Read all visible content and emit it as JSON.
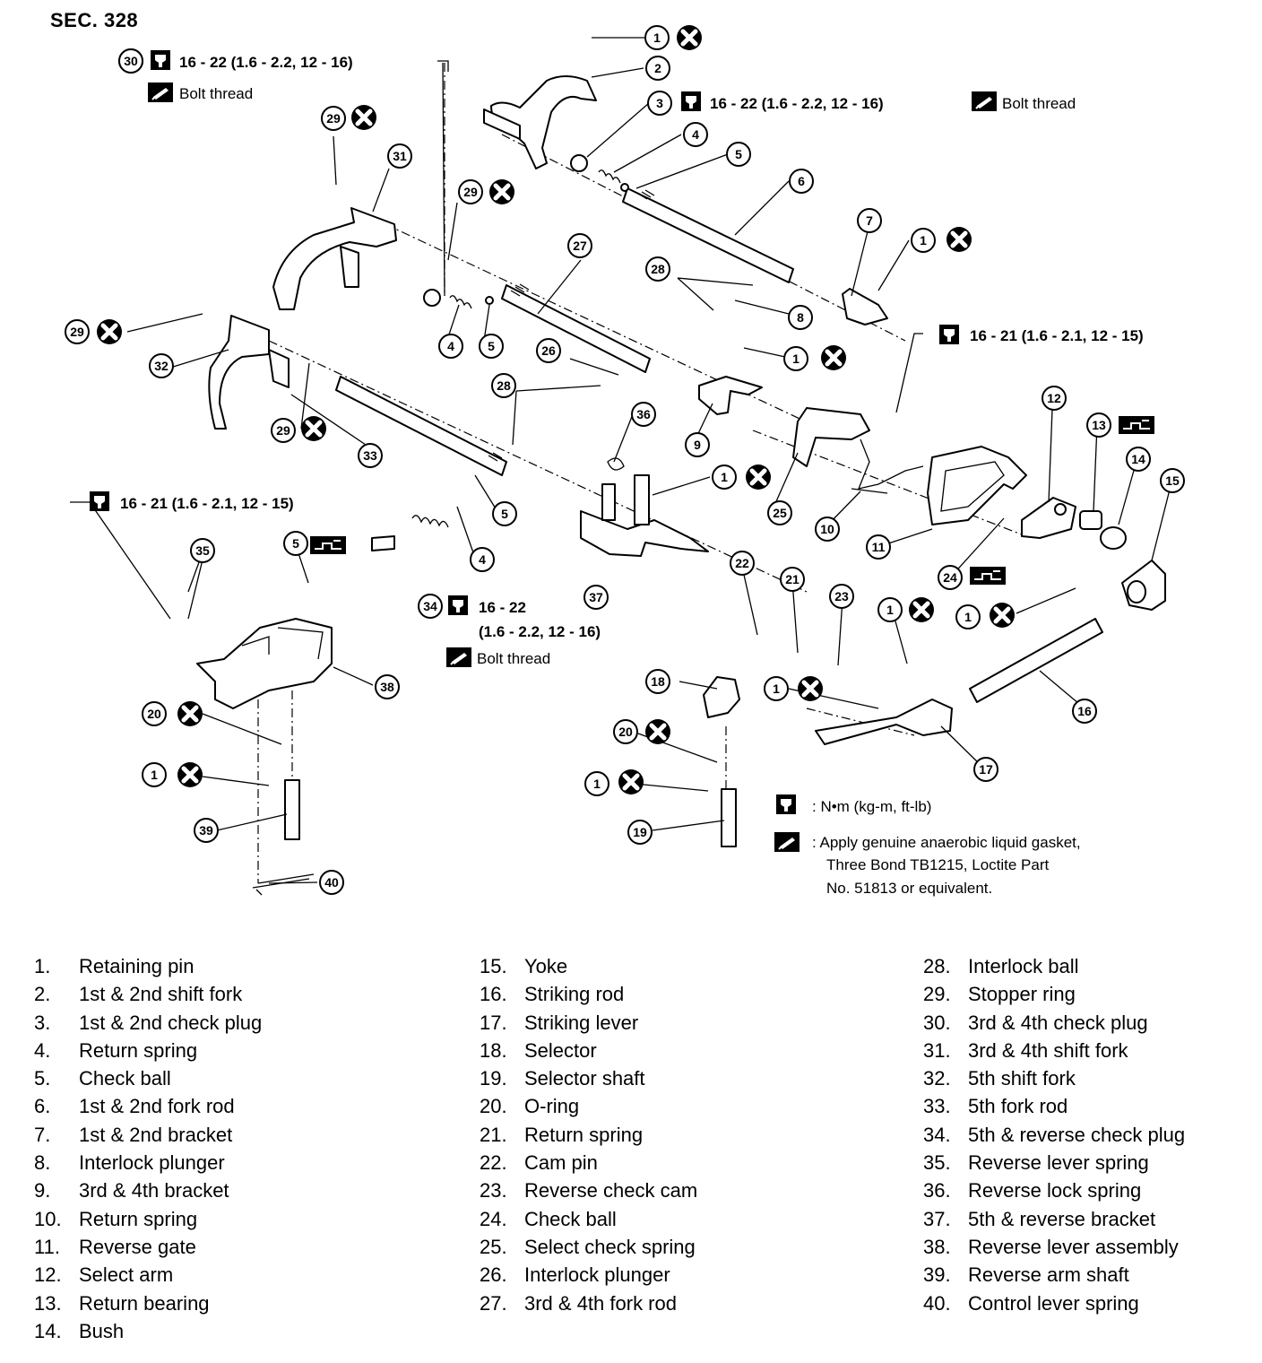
{
  "section_label": "SEC. 328",
  "torque_notes": {
    "n30": "16 - 22 (1.6 - 2.2, 12 - 16)",
    "n3": "16 - 22 (1.6 - 2.2, 12 - 16)",
    "n_selectarm": "16 - 21 (1.6 - 2.1, 12 - 15)",
    "n_leftbracket": "16 - 21 (1.6 - 2.1, 12 - 15)",
    "n34_line1": "16 - 22",
    "n34_line2": "(1.6 - 2.2, 12 - 16)"
  },
  "bolt_thread_label": "Bolt thread",
  "key": {
    "torque_symbol_desc": ": N•m (kg-m, ft-lb)",
    "gasket_line1": ": Apply genuine anaerobic liquid gasket,",
    "gasket_line2": "Three Bond TB1215, Loctite Part",
    "gasket_line3": "No. 51813 or equivalent."
  },
  "icons": [
    "torque-wrench-icon",
    "liquid-gasket-icon",
    "do-not-reuse-icon",
    "grease-icon"
  ],
  "legend_columns": [
    [
      {
        "num": "1.",
        "label": "Retaining pin"
      },
      {
        "num": "2.",
        "label": "1st & 2nd shift fork"
      },
      {
        "num": "3.",
        "label": "1st & 2nd check plug"
      },
      {
        "num": "4.",
        "label": "Return spring"
      },
      {
        "num": "5.",
        "label": "Check ball"
      },
      {
        "num": "6.",
        "label": "1st & 2nd fork rod"
      },
      {
        "num": "7.",
        "label": "1st & 2nd bracket"
      },
      {
        "num": "8.",
        "label": "Interlock plunger"
      },
      {
        "num": "9.",
        "label": "3rd & 4th bracket"
      },
      {
        "num": "10.",
        "label": "Return spring"
      },
      {
        "num": "11.",
        "label": "Reverse gate"
      },
      {
        "num": "12.",
        "label": "Select arm"
      },
      {
        "num": "13.",
        "label": "Return bearing"
      },
      {
        "num": "14.",
        "label": "Bush"
      }
    ],
    [
      {
        "num": "15.",
        "label": "Yoke"
      },
      {
        "num": "16.",
        "label": "Striking rod"
      },
      {
        "num": "17.",
        "label": "Striking lever"
      },
      {
        "num": "18.",
        "label": "Selector"
      },
      {
        "num": "19.",
        "label": "Selector shaft"
      },
      {
        "num": "20.",
        "label": "O-ring"
      },
      {
        "num": "21.",
        "label": "Return spring"
      },
      {
        "num": "22.",
        "label": "Cam pin"
      },
      {
        "num": "23.",
        "label": "Reverse check cam"
      },
      {
        "num": "24.",
        "label": "Check ball"
      },
      {
        "num": "25.",
        "label": "Select check spring"
      },
      {
        "num": "26.",
        "label": "Interlock plunger"
      },
      {
        "num": "27.",
        "label": "3rd & 4th fork rod"
      }
    ],
    [
      {
        "num": "28.",
        "label": "Interlock ball"
      },
      {
        "num": "29.",
        "label": "Stopper ring"
      },
      {
        "num": "30.",
        "label": "3rd & 4th check plug"
      },
      {
        "num": "31.",
        "label": "3rd & 4th shift fork"
      },
      {
        "num": "32.",
        "label": "5th shift fork"
      },
      {
        "num": "33.",
        "label": "5th fork rod"
      },
      {
        "num": "34.",
        "label": "5th & reverse check plug"
      },
      {
        "num": "35.",
        "label": "Reverse lever spring"
      },
      {
        "num": "36.",
        "label": "Reverse lock spring"
      },
      {
        "num": "37.",
        "label": "5th & reverse bracket"
      },
      {
        "num": "38.",
        "label": "Reverse lever assembly"
      },
      {
        "num": "39.",
        "label": "Reverse arm shaft"
      },
      {
        "num": "40.",
        "label": "Control lever spring"
      }
    ]
  ],
  "callout_numbers": [
    "1",
    "2",
    "3",
    "4",
    "5",
    "6",
    "7",
    "8",
    "9",
    "10",
    "11",
    "12",
    "13",
    "14",
    "15",
    "16",
    "17",
    "18",
    "19",
    "20",
    "21",
    "22",
    "23",
    "24",
    "25",
    "26",
    "27",
    "28",
    "29",
    "30",
    "31",
    "32",
    "33",
    "34",
    "35",
    "36",
    "37",
    "38",
    "39",
    "40"
  ]
}
